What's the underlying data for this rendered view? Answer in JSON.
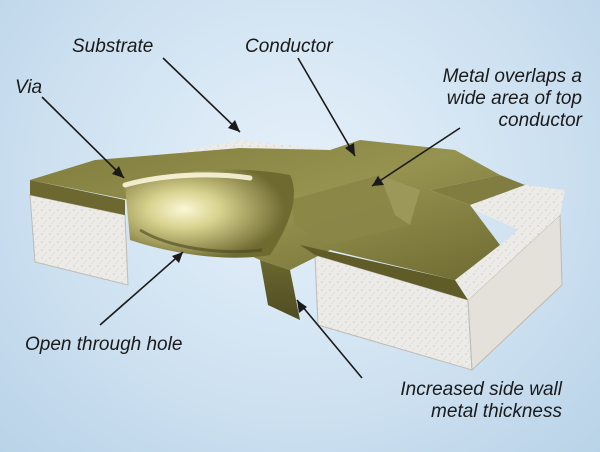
{
  "labels": {
    "substrate": "Substrate",
    "conductor": "Conductor",
    "via": "Via",
    "metal_overlap": [
      "Metal overlaps a",
      "wide area of top",
      "conductor"
    ],
    "open_hole": "Open through hole",
    "side_wall": [
      "Increased side wall",
      "metal thickness"
    ]
  },
  "colors": {
    "background": "#cfe2f1",
    "substrate": "#ecebe8",
    "metal": "#8e8a45",
    "metal_highlight": "#f3eec0",
    "text": "#1a1a1a"
  }
}
